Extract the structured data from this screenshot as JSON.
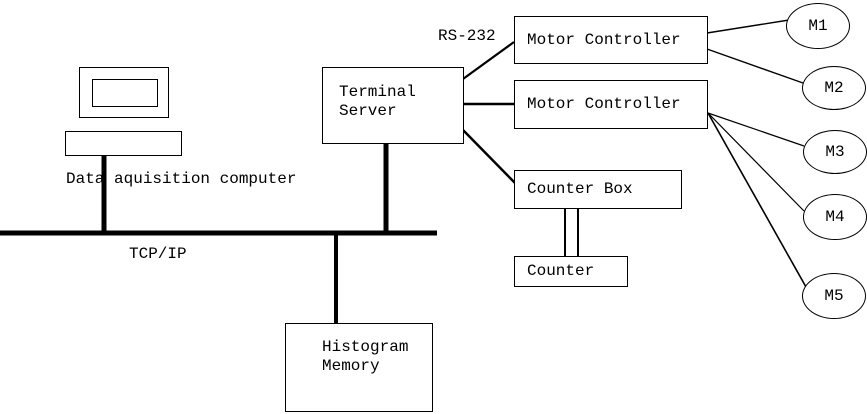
{
  "diagram": {
    "title_semantic": "Data acquisition system architecture diagram",
    "labels": {
      "computer": "Data aquisition computer",
      "rs232": "RS-232",
      "tcpip": "TCP/IP"
    },
    "nodes": {
      "terminal_server": "Terminal\nServer",
      "motor_controller_1": "Motor Controller",
      "motor_controller_2": "Motor Controller",
      "counter_box": "Counter Box",
      "counter": "Counter",
      "histogram_memory": "Histogram\nMemory"
    },
    "motors": [
      "M1",
      "M2",
      "M3",
      "M4",
      "M5"
    ],
    "colors": {
      "line": "#000000",
      "background": "#ffffff"
    }
  }
}
